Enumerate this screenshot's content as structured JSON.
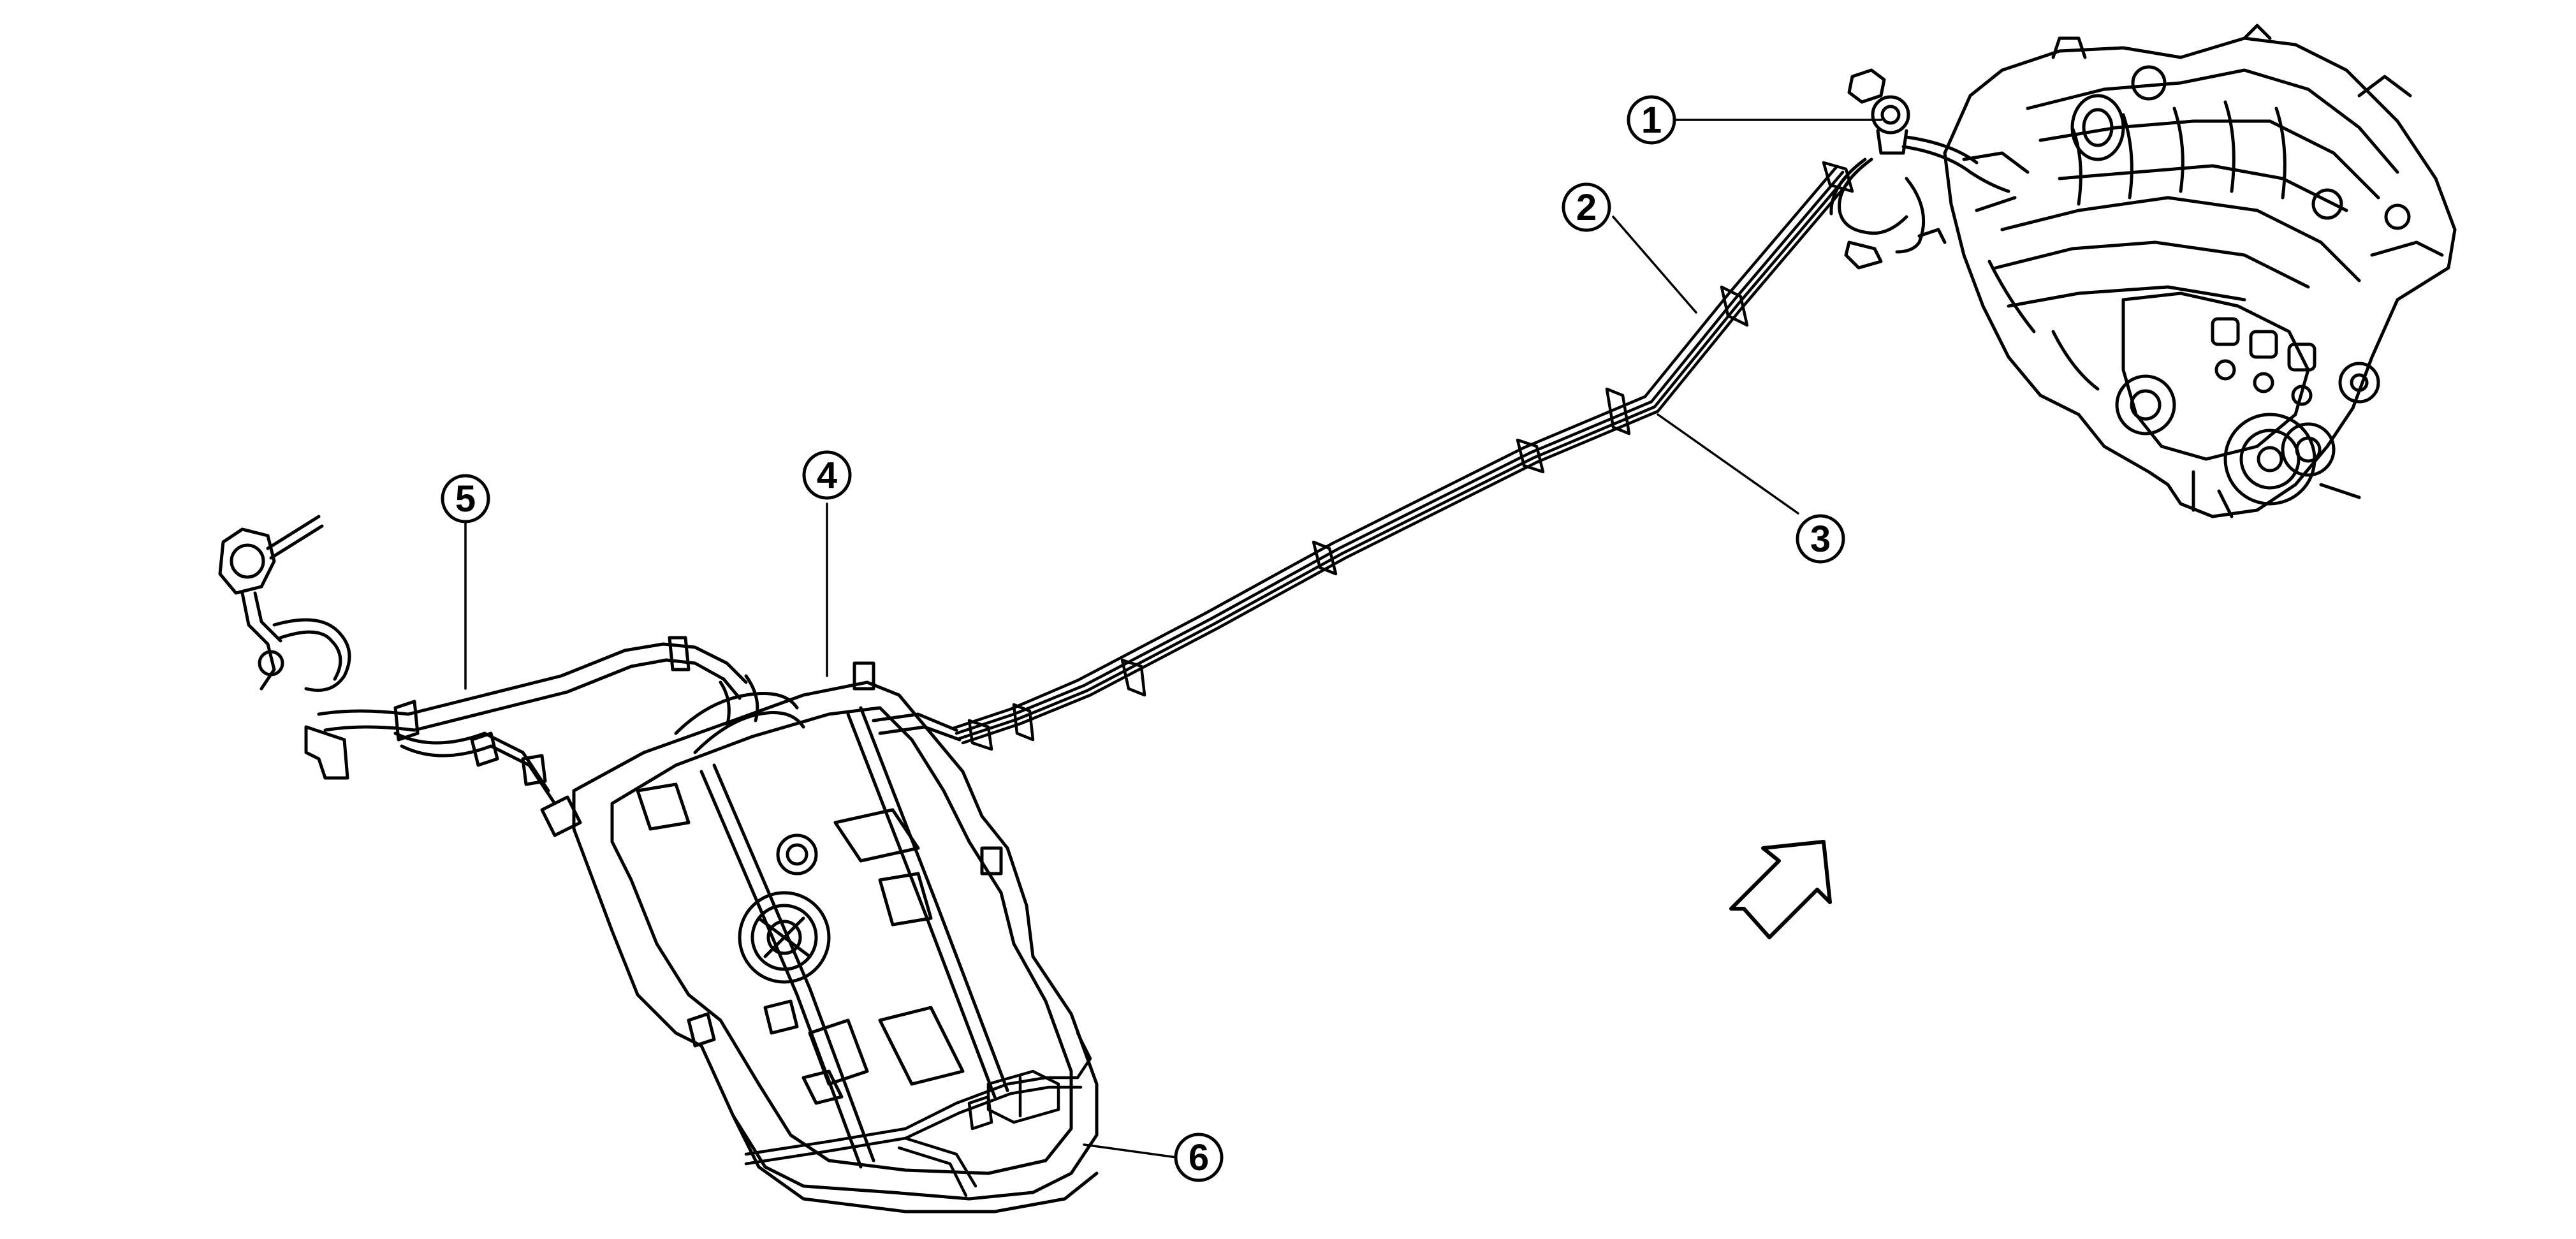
{
  "callouts": [
    {
      "id": "1",
      "label": "①"
    },
    {
      "id": "2",
      "label": "②"
    },
    {
      "id": "3",
      "label": "③"
    },
    {
      "id": "4",
      "label": "④"
    },
    {
      "id": "5",
      "label": "⑤"
    },
    {
      "id": "6",
      "label": "⑥"
    }
  ],
  "icons": {
    "direction_arrow": "front-direction-arrow-icon"
  },
  "colors": {
    "line": "#000000",
    "background": "#ffffff"
  }
}
